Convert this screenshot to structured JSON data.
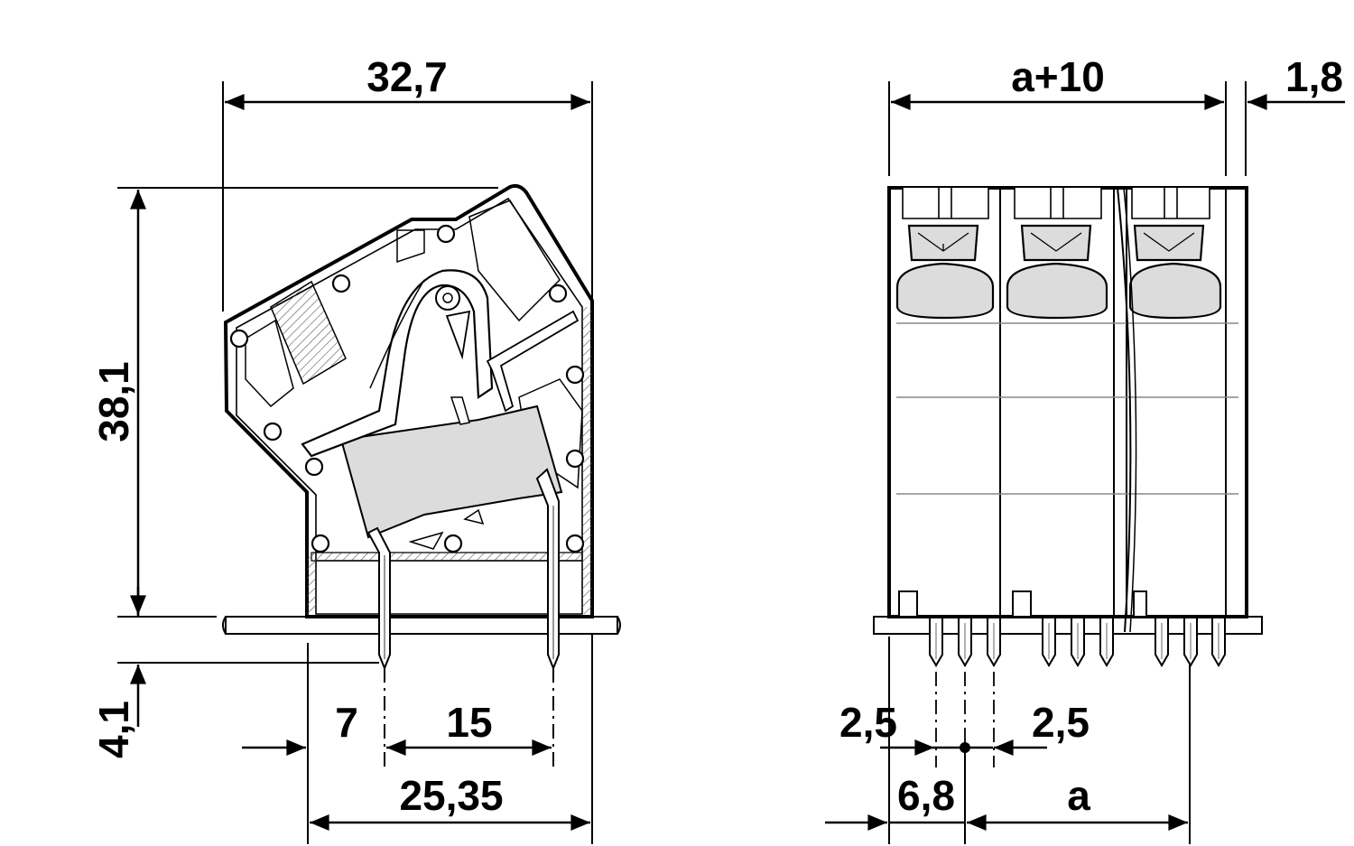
{
  "side_view": {
    "dims": {
      "overall_width": "32,7",
      "overall_height": "38,1",
      "pin_length": "4,1",
      "offset_7": "7",
      "pin_pitch": "15",
      "footprint": "25,35"
    }
  },
  "front_view": {
    "dims": {
      "width_total": "a+10",
      "end_plate": "1,8",
      "edge_left": "2,5",
      "edge_right": "2,5",
      "first_pin": "6,8",
      "span": "a"
    }
  },
  "colors": {
    "line": "#000000",
    "fill": "#ffffff",
    "shade": "#dcdcdc",
    "grid": "#888888"
  }
}
